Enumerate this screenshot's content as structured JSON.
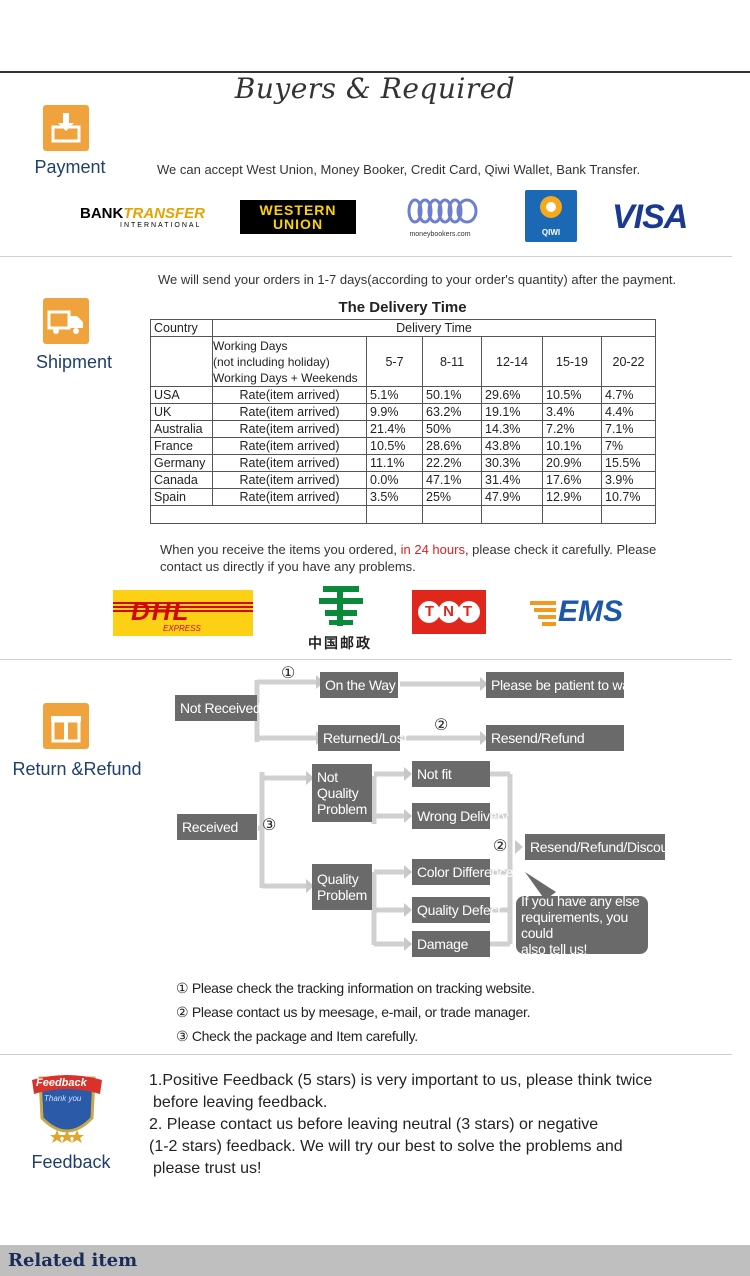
{
  "title": "Buyers & Required",
  "payment": {
    "label": "Payment",
    "text": "We can accept West Union, Money Booker, Credit Card, Qiwi Wallet, Bank Transfer.",
    "logos": {
      "bank_transfer_a": "BANK",
      "bank_transfer_b": "TRANSFER",
      "bank_transfer_sub": "INTERNATIONAL",
      "western_union_a": "WESTERN",
      "western_union_b": "UNION",
      "moneybookers": "moneybookers.com",
      "qiwi": "QIWI",
      "visa": "VISA"
    }
  },
  "shipment": {
    "label": "Shipment",
    "text": "We will send your orders in 1-7 days(according to your order's quantity) after the payment.",
    "table": {
      "caption": "The Delivery Time",
      "col_country": "Country",
      "col_delivery": "Delivery Time",
      "working_days_1": "Working Days",
      "working_days_2": "(not including holiday)",
      "working_days_3": "Working Days + Weekends",
      "ranges": [
        "5-7",
        "8-11",
        "12-14",
        "15-19",
        "20-22"
      ],
      "rows": [
        {
          "country": "USA",
          "label": "Rate(item arrived)",
          "values": [
            "5.1%",
            "50.1%",
            "29.6%",
            "10.5%",
            "4.7%"
          ]
        },
        {
          "country": "UK",
          "label": "Rate(item arrived)",
          "values": [
            "9.9%",
            "63.2%",
            "19.1%",
            "3.4%",
            "4.4%"
          ]
        },
        {
          "country": "Australia",
          "label": "Rate(item arrived)",
          "values": [
            "21.4%",
            "50%",
            "14.3%",
            "7.2%",
            "7.1%"
          ]
        },
        {
          "country": "France",
          "label": "Rate(item arrived)",
          "values": [
            "10.5%",
            "28.6%",
            "43.8%",
            "10.1%",
            "7%"
          ]
        },
        {
          "country": "Germany",
          "label": "Rate(item arrived)",
          "values": [
            "11.1%",
            "22.2%",
            "30.3%",
            "20.9%",
            "15.5%"
          ]
        },
        {
          "country": "Canada",
          "label": "Rate(item arrived)",
          "values": [
            "0.0%",
            "47.1%",
            "31.4%",
            "17.6%",
            "3.9%"
          ]
        },
        {
          "country": "Spain",
          "label": "Rate(item arrived)",
          "values": [
            "3.5%",
            "25%",
            "47.9%",
            "12.9%",
            "10.7%"
          ]
        }
      ]
    },
    "receive_text_1": "When you receive the items you ordered, ",
    "receive_highlight": "in 24 hours",
    "receive_text_2": ", please check it carefully. Please",
    "receive_text_3": "contact us directly if you have any problems.",
    "highlight_color": "#e02020",
    "couriers": {
      "dhl": "DHL",
      "dhl_sub": "EXPRESS",
      "china_post": "中国邮政",
      "tnt": "TNT",
      "ems": "EMS"
    }
  },
  "return": {
    "label": "Return &Refund",
    "not_received": "Not Received",
    "on_the_way": "On the Way",
    "be_patient": "Please be patient to wait",
    "returned_lost": "Returned/Lost",
    "resend_refund": "Resend/Refund",
    "received": "Received",
    "not_quality_1": "Not",
    "not_quality_2": "Quality",
    "not_quality_3": "Problem",
    "quality_1": "Quality",
    "quality_2": "Problem",
    "not_fit": "Not fit",
    "wrong_delivery": "Wrong Delivery",
    "color_difference": "Color Difference",
    "quality_defect": "Quality Defect",
    "damage": "Damage",
    "resend_refund_discount": "Resend/Refund/Discount",
    "bubble_1": "If you have any else",
    "bubble_2": "requirements, you could",
    "bubble_3": "also tell us!",
    "c1": "①",
    "c2": "②",
    "c3": "③",
    "notes": [
      "① Please check the tracking information on tracking website.",
      "② Please contact us by meesage, e-mail, or trade manager.",
      "③ Check the package and Item carefully."
    ]
  },
  "feedback": {
    "label": "Feedback",
    "badge_1": "Feedback",
    "badge_2": "Thank you",
    "lines": [
      "1.Positive Feedback (5 stars) is very important to us, please think twice",
      "before leaving feedback.",
      "2. Please contact us before leaving neutral (3 stars) or negative",
      "(1-2 stars) feedback. We will try our best to solve the problems and",
      "please trust us!"
    ]
  },
  "related": {
    "label": "Related item"
  },
  "colors": {
    "accent": "#f0a23c",
    "label_blue": "#1e3f70",
    "flow_box": "#6a6a6a",
    "related_bar": "#bfbfbf"
  }
}
